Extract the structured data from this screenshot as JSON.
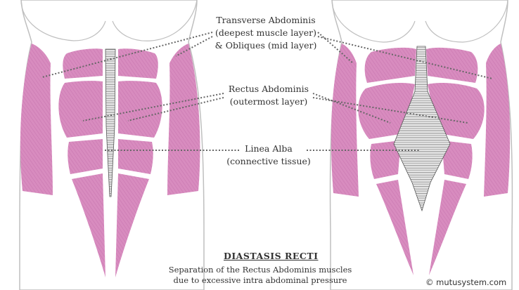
{
  "labels": {
    "transverse": [
      "Transverse Abdominis",
      "(deepest muscle layer)",
      "& Obliques (mid layer)"
    ],
    "rectus": [
      "Rectus Abdominis",
      "(outermost layer)"
    ],
    "linea": [
      "Linea Alba",
      "(connective tissue)"
    ]
  },
  "title": "DIASTASIS RECTI",
  "caption": [
    "Separation of the Rectus Abdominis muscles",
    "due to excessive intra abdominal pressure"
  ],
  "credit": "© mutusystem.com",
  "colors": {
    "muscle": "#d88cbf",
    "muscle_stripe": "#c977b0",
    "body_outline": "#bfbfbf",
    "linea": "#ffffff",
    "linea_stripe": "#555555",
    "leader": "#666666",
    "text": "#333333"
  }
}
